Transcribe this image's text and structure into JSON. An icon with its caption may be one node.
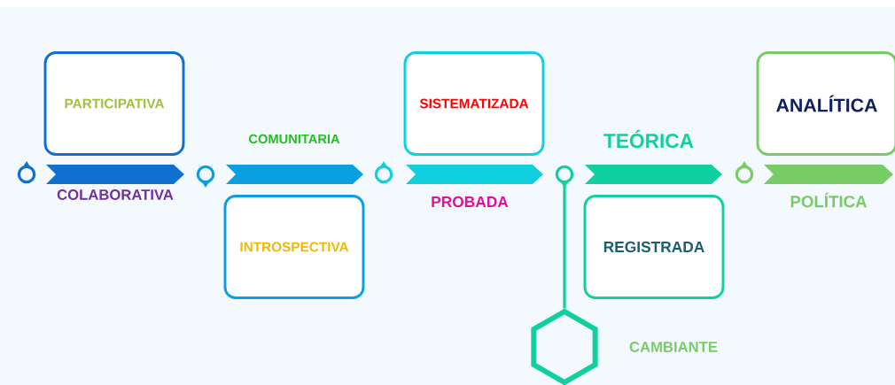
{
  "diagram": {
    "nodes": [
      {
        "text": [
          "PARTICIPATIVA"
        ]
      },
      {
        "text": [
          "INTROSPECTIVA"
        ]
      },
      {
        "text": [
          "SISTEMATIZADA"
        ]
      },
      {
        "text": [
          "REGISTRADA"
        ]
      },
      {
        "text": [
          "ANALÍTICA"
        ]
      },
      {
        "text": [],
        "shape": "circle"
      },
      {
        "text": [],
        "shape": "circle"
      },
      {
        "text": [],
        "shape": "circle"
      },
      {
        "text": [],
        "shape": "circle"
      },
      {
        "text": [],
        "shape": "circle"
      },
      {
        "text": [],
        "shape": "hexagon",
        "beside": [
          "CAMBIANTE"
        ]
      },
      {
        "text": [],
        "shape": "chevron"
      },
      {
        "text": [],
        "shape": "chevron"
      },
      {
        "text": [],
        "shape": "chevron"
      },
      {
        "text": [],
        "shape": "chevron"
      },
      {
        "text": [],
        "shape": "chevron"
      }
    ],
    "edges": [
      {
        "from": 8,
        "to": 10,
        "arrow": "none"
      }
    ],
    "labels": [
      "COMUNITARIA",
      "TEÓRICA",
      "COLABORATIVA",
      "PROBADA",
      "POLÍTICA"
    ]
  }
}
